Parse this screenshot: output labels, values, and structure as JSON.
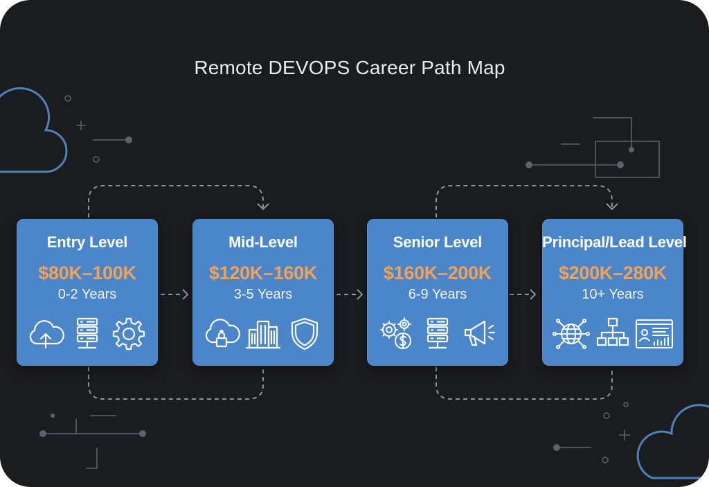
{
  "title": "Remote DEVOPS Career Path Map",
  "colors": {
    "background": "#1b1c1e",
    "card": "#4a86c9",
    "salary": "#f0a25b",
    "connector": "#8a96a6",
    "decor": "#4f82bd"
  },
  "stages": [
    {
      "level": "Entry Level",
      "salary": "$80K–100K",
      "years": "0-2 Years",
      "icons": [
        "cloud-upload-icon",
        "server-rack-icon",
        "gear-icon"
      ]
    },
    {
      "level": "Mid-Level",
      "salary": "$120K–160K",
      "years": "3-5 Years",
      "icons": [
        "cloud-lock-icon",
        "office-building-icon",
        "shield-icon"
      ]
    },
    {
      "level": "Senior Level",
      "salary": "$160K–200K",
      "years": "6-9 Years",
      "icons": [
        "gears-dollar-icon",
        "server-rack-icon",
        "megaphone-icon"
      ]
    },
    {
      "level": "Principal/Lead Level",
      "salary": "$200K–280K",
      "years": "10+ Years",
      "icons": [
        "globe-network-icon",
        "org-chart-icon",
        "dashboard-analytics-icon"
      ]
    }
  ]
}
